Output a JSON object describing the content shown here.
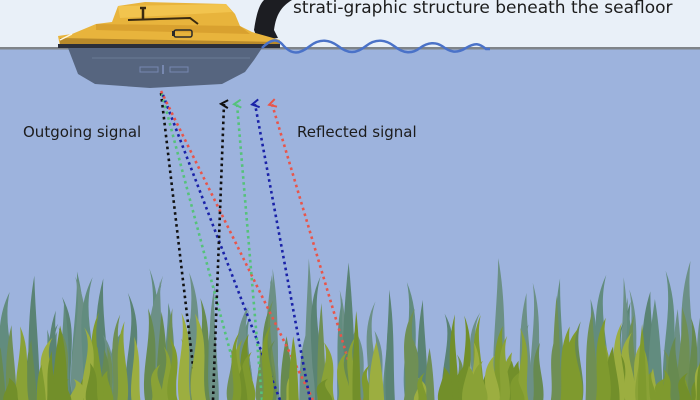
{
  "diagram": {
    "title": "strati-graphic structure beneath the seafloor",
    "labels": {
      "outgoing": "Outgoing signal",
      "reflected": "Reflected signal"
    },
    "colors": {
      "sky": "#e9f0f8",
      "water": "#9db3dd",
      "surface_line": "#7f8489",
      "wave": "#4a72c8",
      "boat_yellow": "#e8b43c",
      "boat_hull": "#51637f",
      "handle": "#1c1d22",
      "grass_back": "#5f8a7a",
      "grass_mid": "#6f8f55",
      "grass_front": "#7f9a2e",
      "grass_light": "#9cae40"
    },
    "signals": [
      {
        "name": "black",
        "color": "#111111"
      },
      {
        "name": "green",
        "color": "#55c27a"
      },
      {
        "name": "blue",
        "color": "#1a22a8"
      },
      {
        "name": "red",
        "color": "#e8554a"
      }
    ]
  }
}
